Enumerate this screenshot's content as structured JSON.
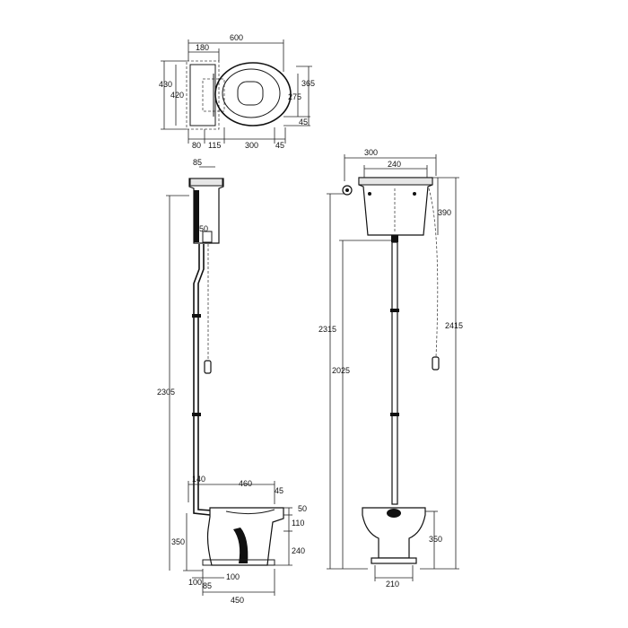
{
  "top_view": {
    "width_total": "600",
    "cistern_width": "180",
    "depth_total": "430",
    "depth_inner": "420",
    "bowl_depth": "365",
    "seat_depth": "275",
    "rim_offset": "45",
    "left_gap": "80",
    "spacing": "115",
    "seat_length": "300",
    "front_offset": "45"
  },
  "side_view": {
    "cistern_top": "85",
    "outlet": "50",
    "total_height": "2305",
    "back_offset": "140",
    "bowl_length": "460",
    "rim_step": "45",
    "rim_height": "50",
    "upper_height": "110",
    "pan_height": "350",
    "lower_height": "240",
    "base_back": "100",
    "base_gap": "85",
    "base_mid": "100",
    "base_length": "450"
  },
  "front_view": {
    "cistern_width": "300",
    "cistern_inner": "240",
    "cistern_height": "390",
    "total_height": "2315",
    "pipe_height": "2025",
    "chain_height": "2415",
    "pan_height": "350",
    "base_width": "210"
  }
}
